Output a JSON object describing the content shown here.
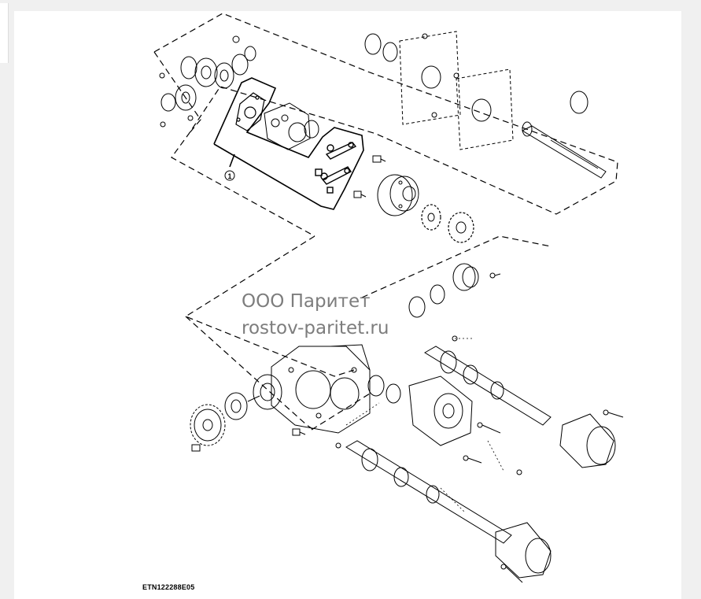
{
  "watermark": {
    "line1": "ООО Паритет",
    "line2": "rostov-paritet.ru"
  },
  "figure": {
    "id": "ETN122288E05",
    "callout": "1"
  },
  "colors": {
    "background": "#f0f0f0",
    "panel": "#ffffff",
    "line": "#000000",
    "watermark": "#707070"
  }
}
